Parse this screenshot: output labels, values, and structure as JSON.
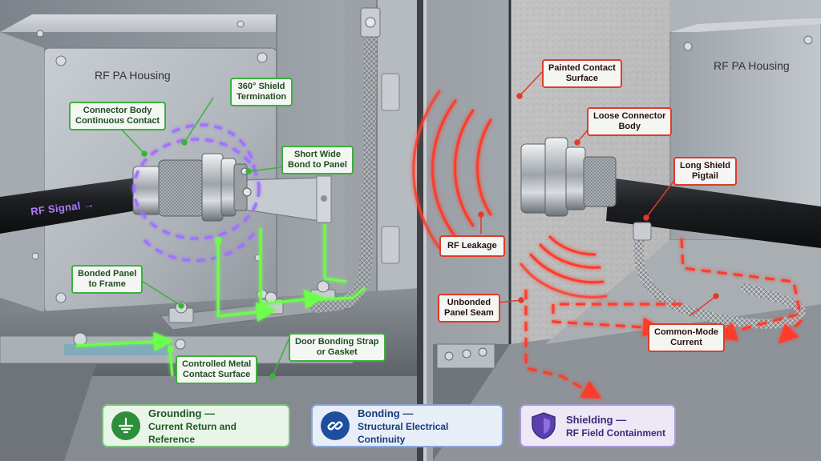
{
  "left_panel": {
    "housing_title": "RF PA Housing",
    "signal_label": "RF Signal →",
    "callouts": {
      "shield_termination": [
        "360° Shield",
        "Termination"
      ],
      "connector_body": [
        "Connector Body",
        "Continuous Contact"
      ],
      "short_wide_bond": [
        "Short Wide",
        "Bond to Panel"
      ],
      "bonded_panel": [
        "Bonded Panel",
        "to Frame"
      ],
      "door_bonding": [
        "Door Bonding Strap",
        "or Gasket"
      ],
      "controlled_metal": [
        "Controlled Metal",
        "Contact Surface"
      ]
    }
  },
  "right_panel": {
    "housing_title": "RF PA Housing",
    "callouts": {
      "painted_contact": [
        "Painted Contact",
        "Surface"
      ],
      "loose_connector": [
        "Loose Connector",
        "Body"
      ],
      "long_pigtail": [
        "Long Shield",
        "Pigtail"
      ],
      "rf_leakage": [
        "RF Leakage"
      ],
      "unbonded_seam": [
        "Unbonded",
        "Panel Seam"
      ],
      "common_mode": [
        "Common-Mode",
        "Current"
      ]
    }
  },
  "legend": {
    "grounding": {
      "title": "Grounding —",
      "subtitle": "Current Return and Reference",
      "icon": "ground-icon",
      "color": "#2e8f3a"
    },
    "bonding": {
      "title": "Bonding —",
      "subtitle": "Structural Electrical Continuity",
      "icon": "chain-link-icon",
      "color": "#1f4e9e"
    },
    "shielding": {
      "title": "Shielding —",
      "subtitle": "RF Field Containment",
      "icon": "shield-icon",
      "color": "#5b3fb0"
    }
  },
  "colors": {
    "good": "#3bb23b",
    "bad": "#e23a2a",
    "field": "#a070ff"
  }
}
